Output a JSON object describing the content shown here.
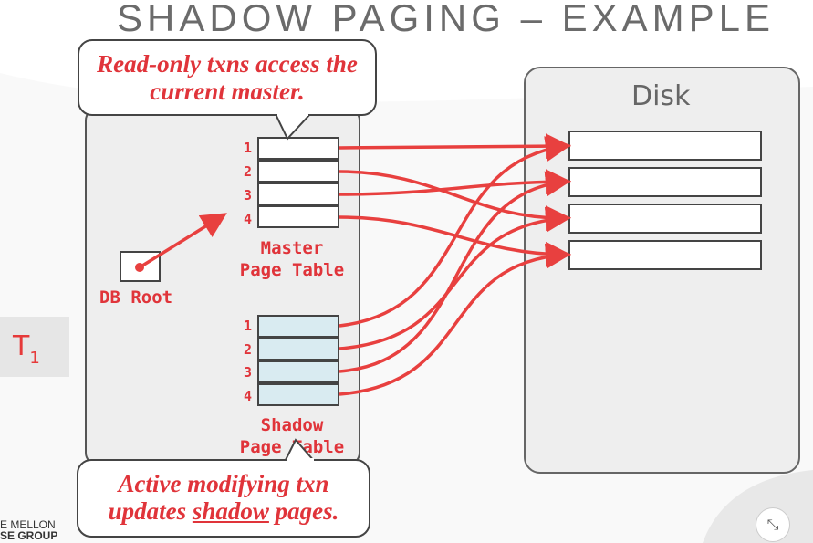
{
  "title": "SHADOW PAGING – EXAMPLE",
  "disk": {
    "label": "Disk",
    "pages": 4
  },
  "transaction": {
    "label": "T",
    "subscript": "1"
  },
  "db_root": {
    "label": "DB Root"
  },
  "master_table": {
    "label_line1": "Master",
    "label_line2": "Page Table",
    "rows": [
      "1",
      "2",
      "3",
      "4"
    ]
  },
  "shadow_table": {
    "label_line1": "Shadow",
    "label_line2": "Page Table",
    "rows": [
      "1",
      "2",
      "3",
      "4"
    ]
  },
  "callouts": {
    "top_line1": "Read-only txns access the",
    "top_line2": "current master.",
    "bottom_line1": "Active modifying txn",
    "bottom_line2_pre": "updates ",
    "bottom_line2_em": "shadow",
    "bottom_line2_post": " pages."
  },
  "footer": {
    "line1": "E MELLON",
    "line2": "SE GROUP"
  },
  "colors": {
    "accent": "#e0343a",
    "shadow_fill": "#d9ebf1",
    "box_fill": "#eeeeee"
  },
  "icons": {
    "corner_button": "collapse-icon"
  }
}
